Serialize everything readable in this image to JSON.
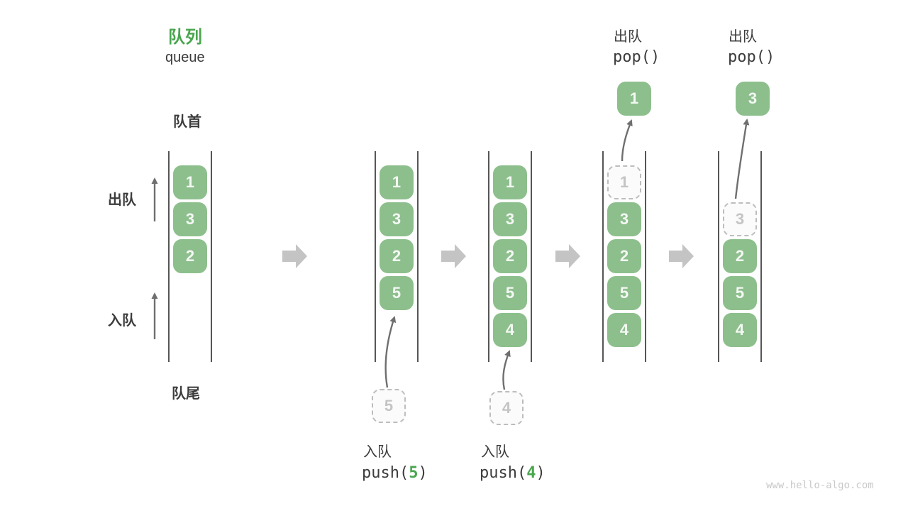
{
  "title": {
    "zh": "队列",
    "en": "queue"
  },
  "side_labels": {
    "front": "队首",
    "rear": "队尾",
    "dequeue": "出队",
    "enqueue": "入队"
  },
  "queues": [
    {
      "name": "state-1",
      "slots": [
        {
          "value": "1",
          "state": "normal"
        },
        {
          "value": "3",
          "state": "normal"
        },
        {
          "value": "2",
          "state": "normal"
        }
      ]
    },
    {
      "name": "state-2",
      "slots": [
        {
          "value": "1",
          "state": "normal"
        },
        {
          "value": "3",
          "state": "normal"
        },
        {
          "value": "2",
          "state": "normal"
        },
        {
          "value": "5",
          "state": "normal"
        }
      ],
      "incoming": {
        "value": "5",
        "label": "入队",
        "code_prefix": "push(",
        "arg": "5",
        "code_suffix": ")"
      }
    },
    {
      "name": "state-3",
      "slots": [
        {
          "value": "1",
          "state": "normal"
        },
        {
          "value": "3",
          "state": "normal"
        },
        {
          "value": "2",
          "state": "normal"
        },
        {
          "value": "5",
          "state": "normal"
        },
        {
          "value": "4",
          "state": "normal"
        }
      ],
      "incoming": {
        "value": "4",
        "label": "入队",
        "code_prefix": "push(",
        "arg": "4",
        "code_suffix": ")"
      }
    },
    {
      "name": "state-4",
      "slots": [
        {
          "value": "1",
          "state": "dashed"
        },
        {
          "value": "3",
          "state": "normal"
        },
        {
          "value": "2",
          "state": "normal"
        },
        {
          "value": "5",
          "state": "normal"
        },
        {
          "value": "4",
          "state": "normal"
        }
      ],
      "popped": {
        "value": "1",
        "label": "出队",
        "code": "pop()"
      }
    },
    {
      "name": "state-5",
      "slots": [
        {
          "value": "",
          "state": "empty"
        },
        {
          "value": "3",
          "state": "dashed"
        },
        {
          "value": "2",
          "state": "normal"
        },
        {
          "value": "5",
          "state": "normal"
        },
        {
          "value": "4",
          "state": "normal"
        }
      ],
      "popped": {
        "value": "3",
        "label": "出队",
        "code": "pop()"
      }
    }
  ],
  "watermark": "www.hello-algo.com",
  "colors": {
    "accent_green": "#4aa54f",
    "box_green": "#8dbf8d",
    "dashed_gray": "#bdbdbd",
    "rail_gray": "#565656",
    "block_arrow_gray": "#c4c4c4",
    "text_dark": "#3c3c3c",
    "watermark_gray": "#c9c9c9"
  }
}
